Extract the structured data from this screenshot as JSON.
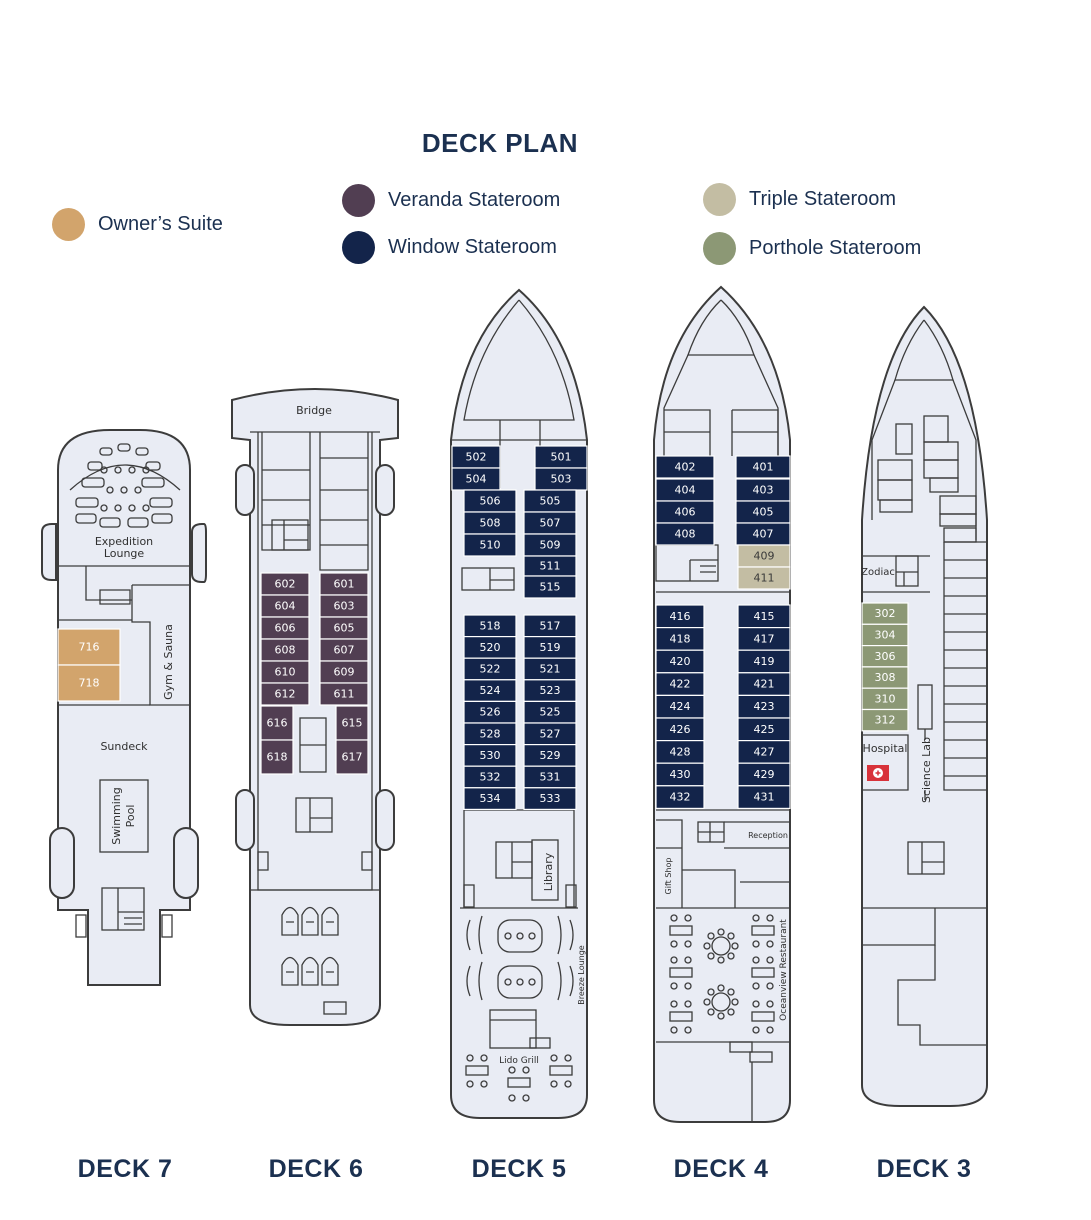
{
  "title": "DECK PLAN",
  "legend": [
    {
      "key": "owners",
      "label": "Owner’s Suite",
      "color": "#d2a46c"
    },
    {
      "key": "veranda",
      "label": "Veranda Stateroom",
      "color": "#513e52"
    },
    {
      "key": "window",
      "label": "Window Stateroom",
      "color": "#13244a"
    },
    {
      "key": "triple",
      "label": "Triple Stateroom",
      "color": "#c3bda3"
    },
    {
      "key": "porthole",
      "label": "Porthole Stateroom",
      "color": "#8c9875"
    }
  ],
  "decks": [
    {
      "label": "DECK 7",
      "areas": [
        "Expedition",
        "Lounge",
        "Gym & Sauna",
        "Sundeck",
        "Swimming",
        "Pool"
      ],
      "cabins": [
        {
          "no": "716",
          "type": "owners"
        },
        {
          "no": "718",
          "type": "owners"
        }
      ]
    },
    {
      "label": "DECK 6",
      "areas": [
        "Bridge"
      ],
      "cabins": [
        {
          "no": "602",
          "type": "veranda"
        },
        {
          "no": "601",
          "type": "veranda"
        },
        {
          "no": "604",
          "type": "veranda"
        },
        {
          "no": "603",
          "type": "veranda"
        },
        {
          "no": "606",
          "type": "veranda"
        },
        {
          "no": "605",
          "type": "veranda"
        },
        {
          "no": "608",
          "type": "veranda"
        },
        {
          "no": "607",
          "type": "veranda"
        },
        {
          "no": "610",
          "type": "veranda"
        },
        {
          "no": "609",
          "type": "veranda"
        },
        {
          "no": "612",
          "type": "veranda"
        },
        {
          "no": "611",
          "type": "veranda"
        },
        {
          "no": "616",
          "type": "veranda"
        },
        {
          "no": "615",
          "type": "veranda"
        },
        {
          "no": "618",
          "type": "veranda"
        },
        {
          "no": "617",
          "type": "veranda"
        }
      ]
    },
    {
      "label": "DECK 5",
      "areas": [
        "Library",
        "Breeze Lounge",
        "Lido Grill"
      ],
      "cabins": [
        {
          "no": "502",
          "type": "window"
        },
        {
          "no": "501",
          "type": "window"
        },
        {
          "no": "504",
          "type": "window"
        },
        {
          "no": "503",
          "type": "window"
        },
        {
          "no": "506",
          "type": "window"
        },
        {
          "no": "505",
          "type": "window"
        },
        {
          "no": "508",
          "type": "window"
        },
        {
          "no": "507",
          "type": "window"
        },
        {
          "no": "510",
          "type": "window"
        },
        {
          "no": "509",
          "type": "window"
        },
        {
          "no": "511",
          "type": "window"
        },
        {
          "no": "515",
          "type": "window"
        },
        {
          "no": "518",
          "type": "window"
        },
        {
          "no": "517",
          "type": "window"
        },
        {
          "no": "520",
          "type": "window"
        },
        {
          "no": "519",
          "type": "window"
        },
        {
          "no": "522",
          "type": "window"
        },
        {
          "no": "521",
          "type": "window"
        },
        {
          "no": "524",
          "type": "window"
        },
        {
          "no": "523",
          "type": "window"
        },
        {
          "no": "526",
          "type": "window"
        },
        {
          "no": "525",
          "type": "window"
        },
        {
          "no": "528",
          "type": "window"
        },
        {
          "no": "527",
          "type": "window"
        },
        {
          "no": "530",
          "type": "window"
        },
        {
          "no": "529",
          "type": "window"
        },
        {
          "no": "532",
          "type": "window"
        },
        {
          "no": "531",
          "type": "window"
        },
        {
          "no": "534",
          "type": "window"
        },
        {
          "no": "533",
          "type": "window"
        }
      ]
    },
    {
      "label": "DECK 4",
      "areas": [
        "Reception",
        "Gift Shop",
        "Oceanview Restaurant"
      ],
      "cabins": [
        {
          "no": "402",
          "type": "window"
        },
        {
          "no": "401",
          "type": "window"
        },
        {
          "no": "404",
          "type": "window"
        },
        {
          "no": "403",
          "type": "window"
        },
        {
          "no": "406",
          "type": "window"
        },
        {
          "no": "405",
          "type": "window"
        },
        {
          "no": "408",
          "type": "window"
        },
        {
          "no": "407",
          "type": "window"
        },
        {
          "no": "409",
          "type": "triple"
        },
        {
          "no": "411",
          "type": "triple"
        },
        {
          "no": "416",
          "type": "window"
        },
        {
          "no": "415",
          "type": "window"
        },
        {
          "no": "418",
          "type": "window"
        },
        {
          "no": "417",
          "type": "window"
        },
        {
          "no": "420",
          "type": "window"
        },
        {
          "no": "419",
          "type": "window"
        },
        {
          "no": "422",
          "type": "window"
        },
        {
          "no": "421",
          "type": "window"
        },
        {
          "no": "424",
          "type": "window"
        },
        {
          "no": "423",
          "type": "window"
        },
        {
          "no": "426",
          "type": "window"
        },
        {
          "no": "425",
          "type": "window"
        },
        {
          "no": "428",
          "type": "window"
        },
        {
          "no": "427",
          "type": "window"
        },
        {
          "no": "430",
          "type": "window"
        },
        {
          "no": "429",
          "type": "window"
        },
        {
          "no": "432",
          "type": "window"
        },
        {
          "no": "431",
          "type": "window"
        }
      ]
    },
    {
      "label": "DECK 3",
      "areas": [
        "Zodiac",
        "Hospital",
        "Science Lab"
      ],
      "cabins": [
        {
          "no": "302",
          "type": "porthole"
        },
        {
          "no": "304",
          "type": "porthole"
        },
        {
          "no": "306",
          "type": "porthole"
        },
        {
          "no": "308",
          "type": "porthole"
        },
        {
          "no": "310",
          "type": "porthole"
        },
        {
          "no": "312",
          "type": "porthole"
        }
      ]
    }
  ]
}
